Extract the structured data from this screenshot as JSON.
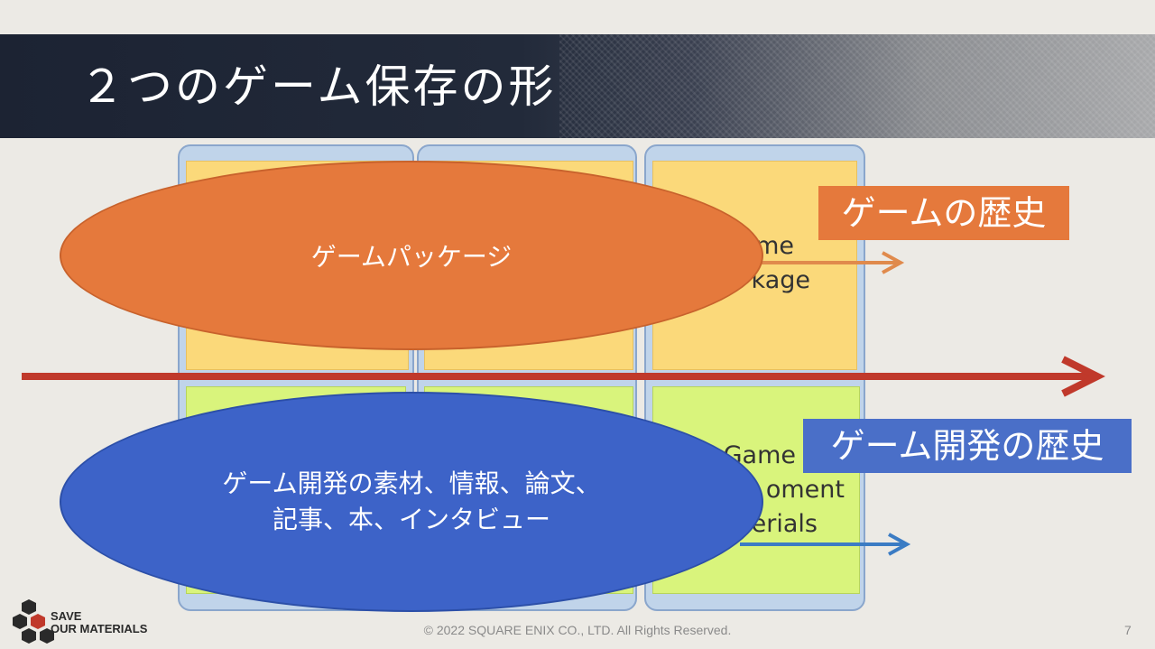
{
  "slide": {
    "title": "２つのゲーム保存の形",
    "footer": "© 2022 SQUARE ENIX CO., LTD. All Rights Reserved.",
    "page_number": "7"
  },
  "logo": {
    "line1": "SAVE",
    "line2": "OUR MATERIALS",
    "icon": "hexagon-logo-icon"
  },
  "diagram": {
    "ellipse_package": "ゲームパッケージ",
    "ellipse_materials_line1": "ゲーム開発の素材、情報、論文、",
    "ellipse_materials_line2": "記事、本、インタビュー",
    "cell_top_right_line1": "me",
    "cell_top_right_line2": "kage",
    "cell_bottom_right_line1": "Game",
    "cell_bottom_right_line2": "oment",
    "cell_bottom_right_line3": "erials",
    "label_game_history": "ゲームの歴史",
    "label_dev_history": "ゲーム開発の歴史",
    "colors": {
      "orange": "#e5793c",
      "blue": "#3d63c8",
      "timeline_red": "#c0392b",
      "cell_yellow": "#fbd97a",
      "cell_green": "#d9f47c",
      "column_blue": "#c0d4ea"
    }
  }
}
